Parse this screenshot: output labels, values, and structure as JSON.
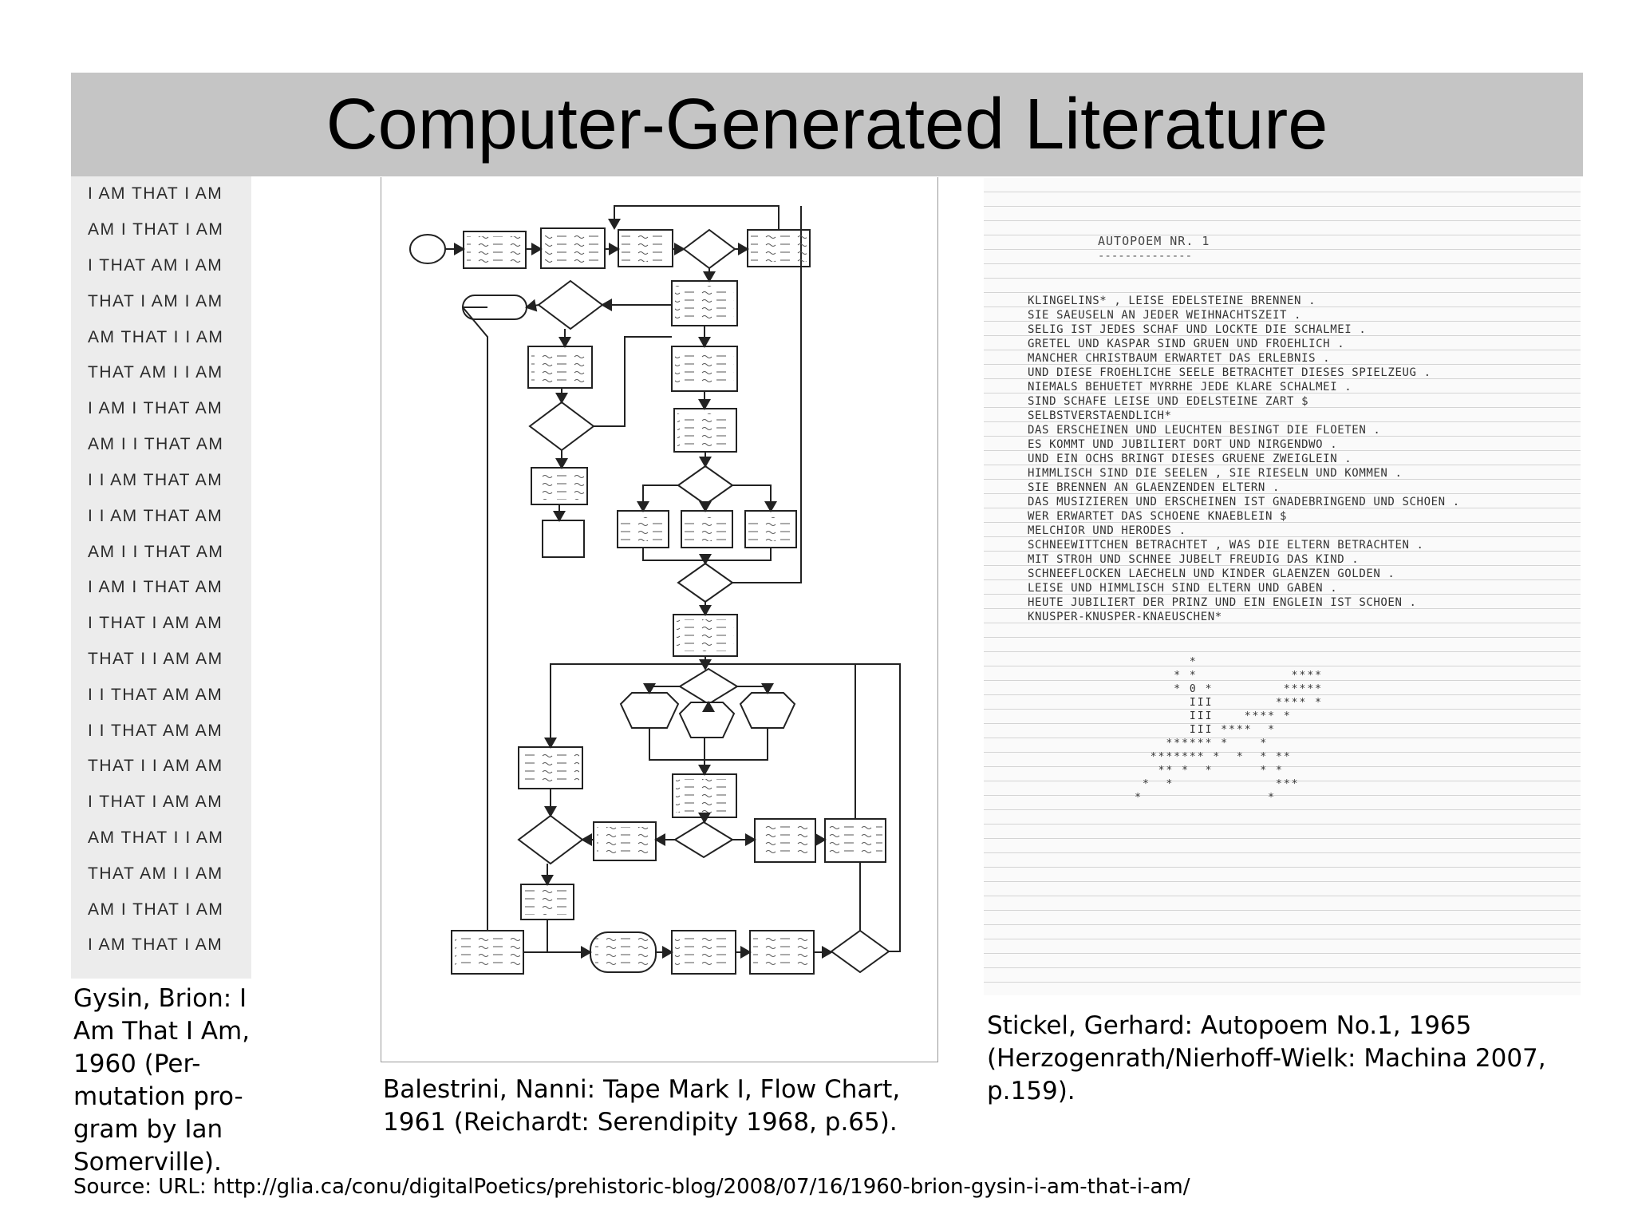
{
  "slide": {
    "title": "Computer-Generated Literature"
  },
  "gysin": {
    "lines": [
      "I AM THAT I AM",
      "AM I THAT I AM",
      "I THAT AM I AM",
      "THAT I AM I AM",
      "AM THAT I I AM",
      "THAT AM I I AM",
      "I AM I THAT AM",
      "AM I I THAT AM",
      "I I AM THAT AM",
      "I I AM THAT AM",
      "AM I I THAT AM",
      "I AM I THAT AM",
      "I THAT I AM AM",
      "THAT I I AM AM",
      "I I THAT AM AM",
      "I I THAT AM AM",
      "THAT I I AM AM",
      "I THAT I AM AM",
      "AM THAT I I AM",
      "THAT AM I I AM",
      "AM I THAT I AM",
      "I AM THAT I AM"
    ],
    "caption": "Gysin, Brion: I Am That I Am, 1960 (Per-mutation pro-gram by Ian Somerville)."
  },
  "balestrini": {
    "caption": "Balestrini, Nanni: Tape Mark I, Flow Chart, 1961 (Reichardt: Serendipity 1968, p.65)."
  },
  "stickel": {
    "caption": "Stickel, Gerhard: Autopoem No.1, 1965 (Herzogenrath/Nierhoff-Wielk: Machina 2007, p.159).",
    "heading": "AUTOPOEM NR. 1",
    "underline": "--------------",
    "lines": [
      "KLINGELINS* , LEISE EDELSTEINE BRENNEN .",
      "SIE SAEUSELN AN JEDER WEIHNACHTSZEIT .",
      "SELIG IST JEDES SCHAF UND LOCKTE DIE SCHALMEI .",
      "GRETEL UND KASPAR SIND GRUEN UND FROEHLICH .",
      "MANCHER CHRISTBAUM ERWARTET DAS ERLEBNIS .",
      "UND DIESE FROEHLICHE SEELE BETRACHTET DIESES SPIELZEUG .",
      "NIEMALS BEHUETET MYRRHE JEDE KLARE SCHALMEI .",
      "SIND SCHAFE LEISE UND EDELSTEINE ZART $",
      "SELBSTVERSTAENDLICH*",
      "DAS ERSCHEINEN UND LEUCHTEN BESINGT DIE FLOETEN .",
      "ES KOMMT UND JUBILIERT DORT UND NIRGENDWO .",
      "UND EIN OCHS BRINGT DIESES GRUENE ZWEIGLEIN .",
      "HIMMLISCH SIND DIE SEELEN , SIE RIESELN UND KOMMEN .",
      "SIE BRENNEN AN GLAENZENDEN ELTERN .",
      "DAS MUSIZIEREN UND ERSCHEINEN IST GNADEBRINGEND UND SCHOEN .",
      "WER ERWARTET DAS SCHOENE KNAEBLEIN $",
      "MELCHIOR UND HERODES .",
      "SCHNEEWITTCHEN BETRACHTET , WAS DIE ELTERN BETRACHTEN .",
      "MIT STROH UND SCHNEE JUBELT FREUDIG DAS KIND .",
      "SCHNEEFLOCKEN LAECHELN UND KINDER GLAENZEN GOLDEN .",
      "LEISE UND HIMMLISCH SIND ELTERN UND GABEN .",
      "HEUTE JUBILIERT DER PRINZ UND EIN ENGLEIN IST SCHOEN .",
      "KNUSPER-KNUSPER-KNAEUSCHEN*"
    ],
    "art": "            *\n          * *            ****\n          * 0 *         *****\n            III        **** *\n            III    **** *\n            III ****  *\n         ****** *    *\n       ******* *  *  * **\n        ** *  *      * *\n      *  *             ***\n     *                *"
  },
  "source": {
    "text": "Source: URL: http://glia.ca/conu/digitalPoetics/prehistoric-blog/2008/07/16/1960-brion-gysin-i-am-that-i-am/"
  }
}
